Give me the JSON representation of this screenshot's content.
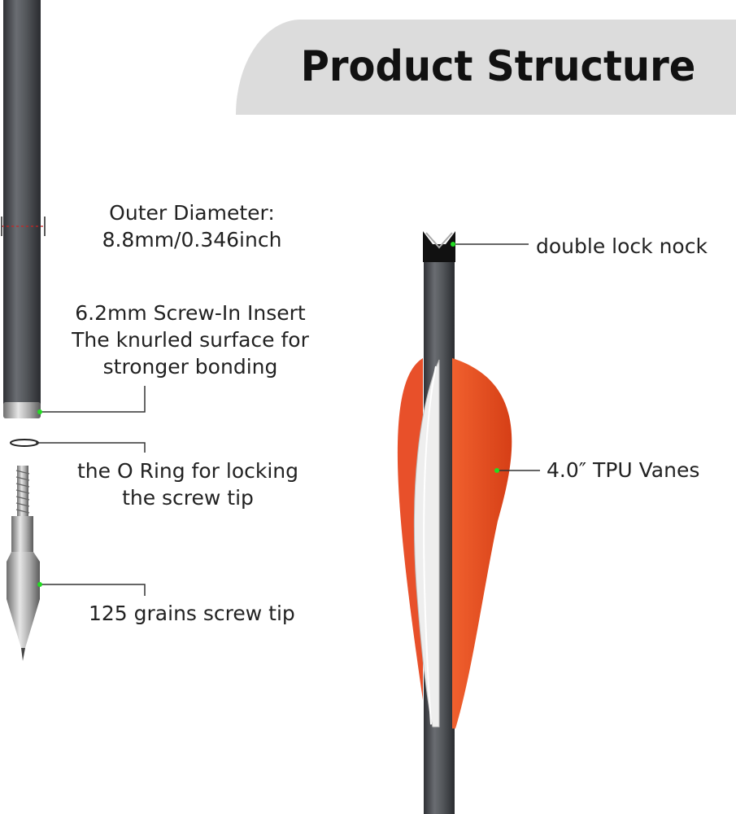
{
  "header": {
    "title": "Product Structure"
  },
  "labels": {
    "outer_diameter_line1": "Outer Diameter:",
    "outer_diameter_line2": "8.8mm/0.346inch",
    "insert_line1": "6.2mm Screw-In Insert",
    "insert_line2": "The knurled surface for",
    "insert_line3": "stronger bonding",
    "oring_line1": "the O Ring for locking",
    "oring_line2": "the screw tip",
    "tip": "125 grains screw tip",
    "nock": "double lock nock",
    "vanes": "4.0″ TPU Vanes"
  },
  "colors": {
    "banner": "#dcdcdc",
    "shaft": "#5f6266",
    "vane_orange": "#e0491f",
    "vane_white": "#eeeeee",
    "marker_green": "#22dd22",
    "leader": "#333333"
  }
}
